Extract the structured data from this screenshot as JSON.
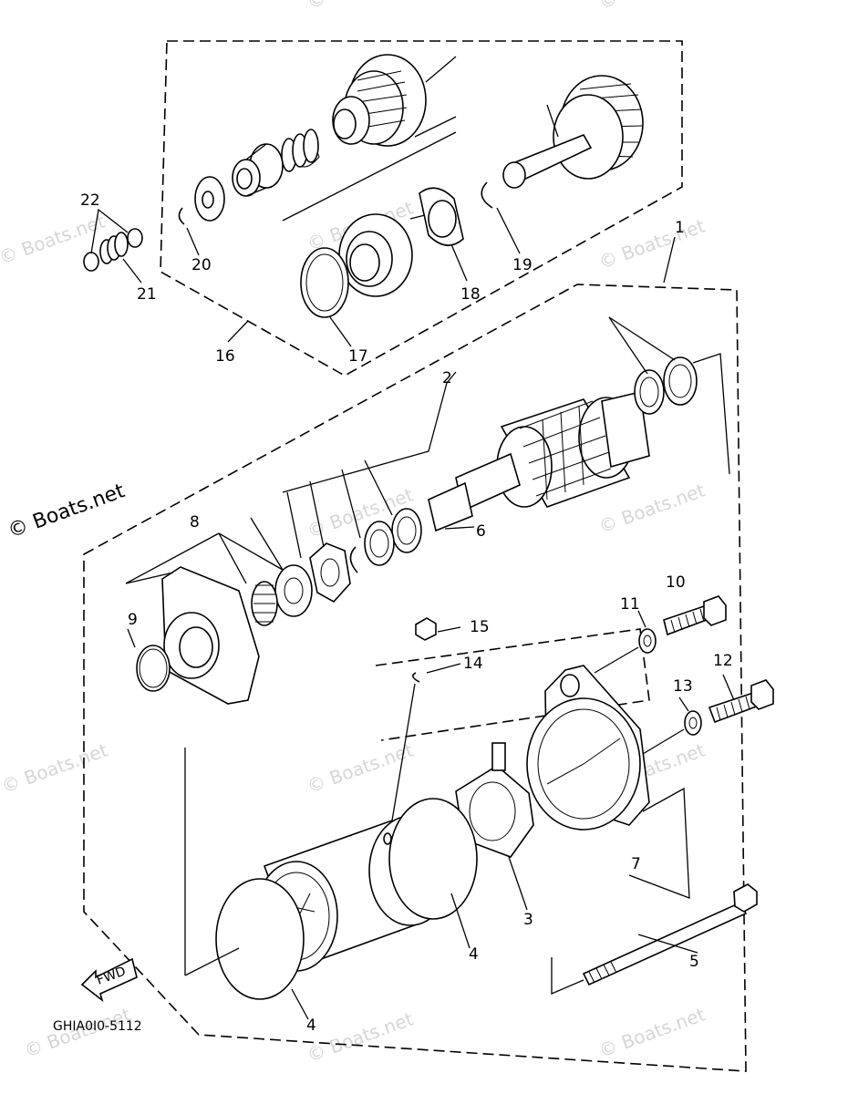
{
  "diagram": {
    "code": "GHIA0I0-5112",
    "fwd_label": "FWD",
    "watermark_main": "© Boats.net",
    "watermark_faint": "© Boats.net",
    "part_numbers": {
      "p2": "2",
      "p3": "3",
      "p4a": "4",
      "p4b": "4",
      "p5": "5",
      "p6": "6",
      "p7": "7",
      "p8": "8",
      "p9": "9",
      "p10": "10",
      "p11": "11",
      "p12": "12",
      "p13": "13",
      "p14": "14",
      "p15": "15",
      "p16": "16",
      "p17": "17",
      "p18": "18",
      "p19": "19",
      "p20": "20",
      "p21": "21",
      "p22": "22",
      "p1": "1"
    }
  }
}
